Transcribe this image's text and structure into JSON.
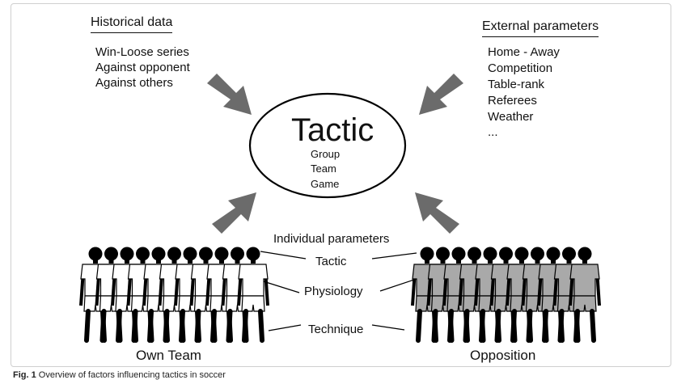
{
  "historical": {
    "heading": "Historical data",
    "items": [
      "Win-Loose series",
      "Against opponent",
      "Against others"
    ]
  },
  "external": {
    "heading": "External parameters",
    "items": [
      "Home - Away",
      "Competition",
      "Table-rank",
      "Referees",
      "Weather",
      "..."
    ]
  },
  "tactic": {
    "title": "Tactic",
    "items": [
      "Group",
      "Team",
      "Game"
    ]
  },
  "individual": {
    "heading": "Individual parameters",
    "items": [
      "Tactic",
      "Physiology",
      "Technique"
    ]
  },
  "teams": {
    "own": "Own Team",
    "opposition": "Opposition",
    "own_color": "#ffffff",
    "opposition_color": "#a9a9a9"
  },
  "caption": {
    "label": "Fig. 1",
    "text": "Overview of factors influencing tactics in soccer"
  }
}
